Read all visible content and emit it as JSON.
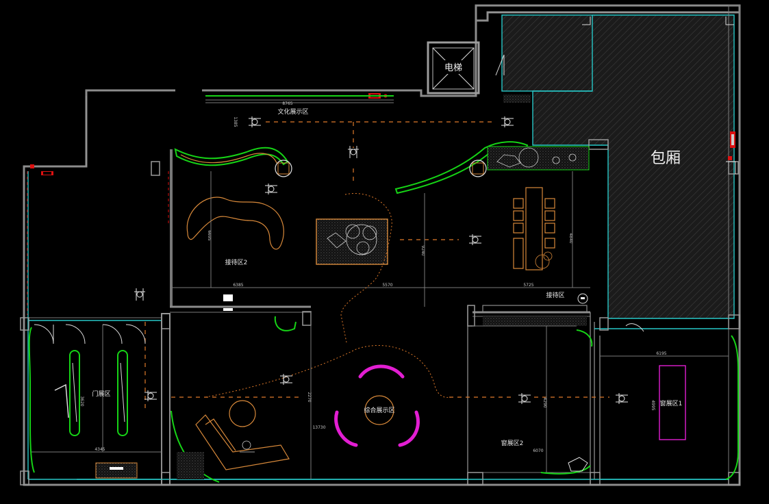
{
  "labels": {
    "elevator": "电梯",
    "private_room": "包厢",
    "culture_display": "文化展示区",
    "reception_2": "接待区2",
    "reception": "接待区",
    "door_display": "门展区",
    "integrated_display": "综合展示区",
    "window_display_2": "窗展区2",
    "window_display_1": "窗展区1"
  },
  "dimensions": {
    "d_8765": "8765",
    "d_1385": "1385",
    "d_6695": "6695",
    "d_9240": "9240",
    "d_4840": "4840",
    "d_6385": "6385",
    "d_5570": "5570",
    "d_5725": "5725",
    "d_4290": "4290",
    "d_3620": "3620",
    "d_2270": "2270",
    "d_13730": "13730",
    "d_4345": "4345",
    "d_6070": "6070",
    "d_6195": "6195",
    "d_4995": "4995"
  },
  "colors": {
    "background": "#000000",
    "wall": "#8c8c8c",
    "glass": "#27c7c7",
    "planter": "#16d416",
    "furniture": "#d8893a",
    "display_ring": "#e21ed2"
  }
}
